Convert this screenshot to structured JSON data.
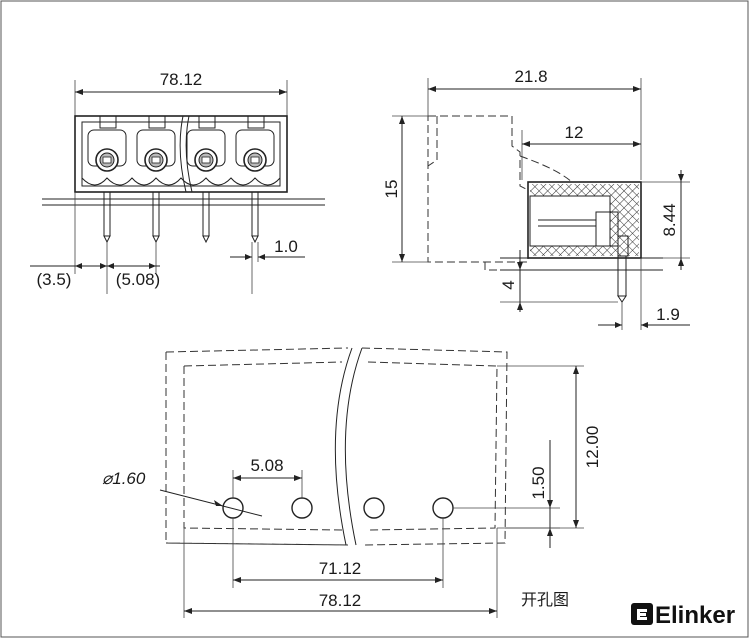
{
  "front_view": {
    "overall_width": "78.12",
    "pin_offset": "(3.5)",
    "pin_pitch": "(5.08)",
    "pin_width": "1.0"
  },
  "side_view": {
    "depth": "21.8",
    "inner_depth": "12",
    "height": "15",
    "opening_height": "8.44",
    "pin_length": "4",
    "pin_offset": "1.9"
  },
  "hole_pattern": {
    "hole_diameter": "⌀1.60",
    "hole_pitch": "5.08",
    "hole_edge_offset": "1.50",
    "board_depth": "12.00",
    "hole_span": "71.12",
    "overall_width": "78.12",
    "caption": "开孔图"
  },
  "brand": {
    "name": "Elinker"
  }
}
